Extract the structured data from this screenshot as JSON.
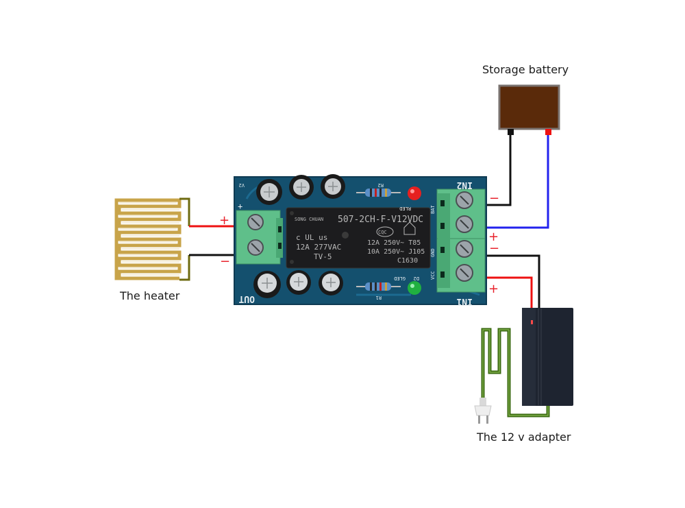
{
  "labels": {
    "battery": "Storage battery",
    "heater": "The heater",
    "adapter": "The 12 v adapter"
  },
  "polarity": {
    "heater_plus": "+",
    "heater_minus": "−",
    "bat_minus": "−",
    "bat_plus": "+",
    "in1_minus": "−",
    "in1_plus": "+",
    "board_plus": "+"
  },
  "board": {
    "out_label": "OUT",
    "in1_label": "IN1",
    "in2_label": "IN2",
    "v2_label": "V2",
    "r1_label": "R1",
    "r2_label": "R2",
    "d2_label": "D2",
    "gled_label": "GLED",
    "rled_label": "RLED",
    "bat_label": "BAT",
    "gnd_label": "GND",
    "vcc_label": "VCC",
    "relay": {
      "brand": "SONG CHUAN",
      "model": "507-2CH-F-V",
      "coil": "12VDC",
      "cert_ul": "c UL us",
      "cqc": "CQC",
      "rating1": "12A 277VAC",
      "rating2": "TV-5",
      "rating3": "12A 250V~ T85",
      "rating4": "10A 250V~ J105",
      "code": "C1630"
    }
  },
  "colors": {
    "board": "#14506e",
    "terminal": "#5fbf8a",
    "battery_body": "#5a2a0a",
    "wire_red": "#ee1111",
    "wire_black": "#111111",
    "wire_blue": "#2222ee",
    "wire_green": "#3a6a10",
    "heater_gold": "#c8a44a",
    "led_red": "#e62020",
    "led_green": "#20b040",
    "adapter": "#1e2430"
  }
}
